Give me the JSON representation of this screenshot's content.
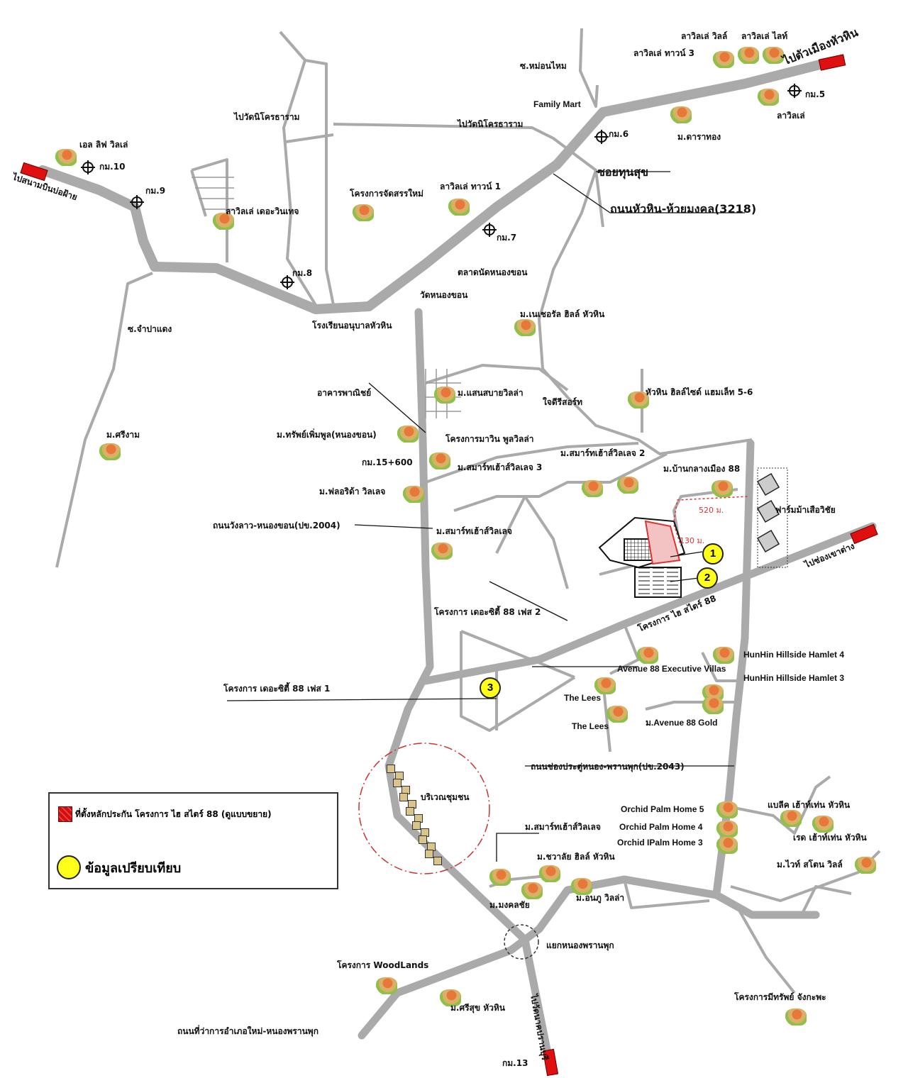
{
  "map": {
    "labels": [
      "ไปวัดนิโครธาราม",
      "ไปวัดนิโครธาราม",
      "ซ.หม่อนไหม",
      "Family Mart",
      "ลาวิลเล่ วิลล์",
      "ลาวิลเล่ ไลท์",
      "ลาวิลเล่ ทาวน์ 3",
      "ไปตัวเมืองหัวหิน",
      "กม.5",
      "ลาวิลเล่",
      "ม.ดาราทอง",
      "กม.6",
      "ซอยทุนสุข",
      "ถนนหัวหิน-ห้วยมงคล(3218)",
      "ลาวิลเล่ ทาวน์ 1",
      "โครงการจัดสรรใหม่",
      "กม.7",
      "ตลาดนัดหนองขอน",
      "วัดหนองขอน",
      "โรงเรียนอนุบาลหัวหิน",
      "กม.8",
      "ลาวิลเล่ เดอะวินเทจ",
      "เอล ลิฟ วิลเล่",
      "กม.10",
      "กม.9",
      "ไปสนามบินบ่อฝ้าย",
      "ซ.จำปาแดง",
      "ม.เนเชอรัล ฮิลล์ หัวหิน",
      "อาคารพาณิชย์",
      "ม.แสนสบายวิลล่า",
      "ใจดีรีสอร์ท",
      "หัวหิน ฮิลล์ไซด์ แฮมเล็ท 5-6",
      "ม.ศรีงาม",
      "ม.ทรัพย์เพิ่มพูล(หนองขอน)",
      "โครงการมาวิน พูลวิลล่า",
      "กม.15+600",
      "ม.สมาร์ทเฮ้าส์วิลเลจ 2",
      "ม.สมาร์ทเฮ้าส์วิลเลจ 3",
      "ม.บ้านกลางเมือง 88",
      "ม.ฟลอริด้า วิลเลจ",
      "520 ม.",
      "ฟาร์มม้าเสือวิชัย",
      "ถนนวังลาว-หนองขอน(ปข.2004)",
      "ม.สมาร์ทเฮ้าส์วิลเลจ",
      "130 ม.",
      "ไปช่องเขาต่าง",
      "โครงการ ไฮ สไตร์ 88",
      "โครงการ เดอะซิตี้ 88 เฟส 2",
      "HunHin Hillside Hamlet 4",
      "Avenue 88 Executive Villas",
      "HunHin Hillside Hamlet 3",
      "โครงการ เดอะซิตี้ 88 เฟส 1",
      "The Lees",
      "The Lees",
      "ม.Avenue 88 Gold",
      "ถนนช่องประตู่หนอง-พรานพุก(ปข.2043)",
      "บริเวณชุมชน",
      "Orchid Palm Home 5",
      "Orchid Palm Home 4",
      "Orchid IPalm Home 3",
      "แบลีค เฮ้าท์เท่น หัวหิน",
      "เรด เฮ้าท์เท่น หัวหิน",
      "ม.สมาร์ทเฮ้าส์วิลเลจ",
      "ม.ชวาลัย ฮิลล์ หัวหิน",
      "ม.ไวท์ สโตน วิลล์",
      "ม.อนภู วิลล่า",
      "ม.มงคลชัย",
      "แยกหนองพรานพุก",
      "โครงการ WoodLands",
      "ม.ศรีสุข หัวหิน",
      "โครงการมีทรัพย์ จังกะพะ",
      "ถนนที่ว่าการอำเภอใหม่-หนองพรานพุก",
      "กม.13",
      "ไปวัดนาคปรานบุรี"
    ],
    "markers": [
      "1",
      "2",
      "3"
    ]
  },
  "legend": {
    "site_label": "ที่ตั้งหลักประกัน โครงการ ไฮ สไตร์ 88 (ดูแบบขยาย)",
    "comparison_label": "ข้อมูลเปรียบเทียบ"
  },
  "colors": {
    "road": "#aaaaaa",
    "arrow": "#e01010",
    "marker": "#ffff1a",
    "distance": "#dd3333"
  }
}
